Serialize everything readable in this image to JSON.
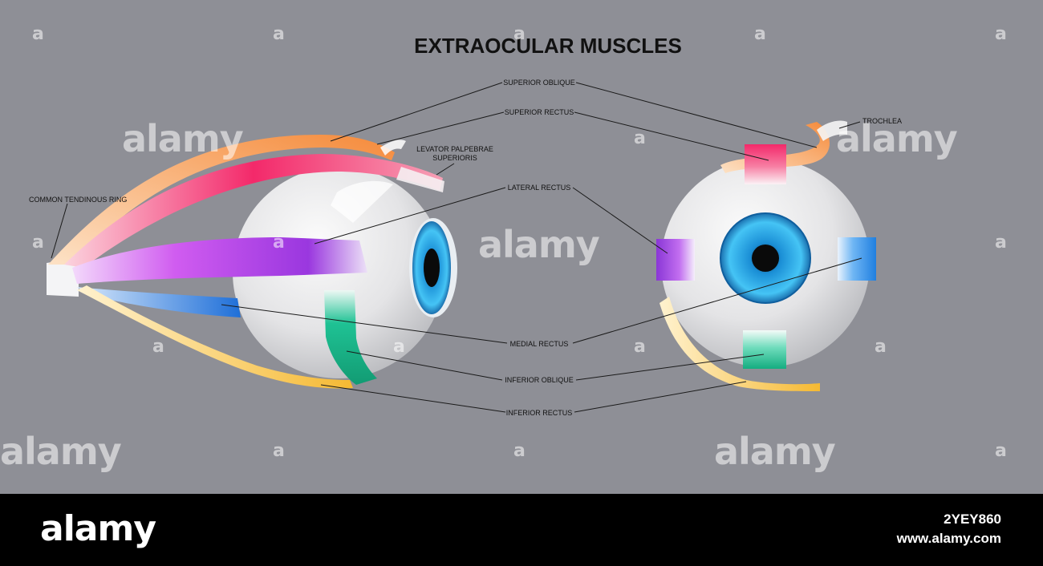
{
  "title": "EXTRAOCULAR MUSCLES",
  "labels": {
    "superior_oblique": "SUPERIOR  OBLIQUE",
    "superior_rectus": "SUPERIOR RECTUS",
    "levator_line1": "LEVATOR PALPEBRAE",
    "levator_line2": "SUPERIORIS",
    "lateral_rectus": "LATERAL RECTUS",
    "common_tendinous_ring": "COMMON TENDINOUS RING",
    "trochlea": "TROCHLEA",
    "medial_rectus": "MEDIAL RECTUS",
    "inferior_oblique": "INFERIOR OBLIQUE",
    "inferior_rectus": "INFERIOR RECTUS"
  },
  "watermark": {
    "word": "alamy",
    "mark": "a"
  },
  "footer": {
    "logo": "alamy",
    "image_id": "2YEY860",
    "url": "www.alamy.com"
  },
  "colors": {
    "background": "#8e8f96",
    "superior_oblique": "#f6a04a",
    "superior_rectus": "#ee2f6b",
    "lateral_rectus": "#a53fe0",
    "medial_rectus": "#1f7fe0",
    "inferior_oblique": "#19b88a",
    "inferior_rectus": "#f5c23a",
    "iris": "#2aa6e8"
  }
}
